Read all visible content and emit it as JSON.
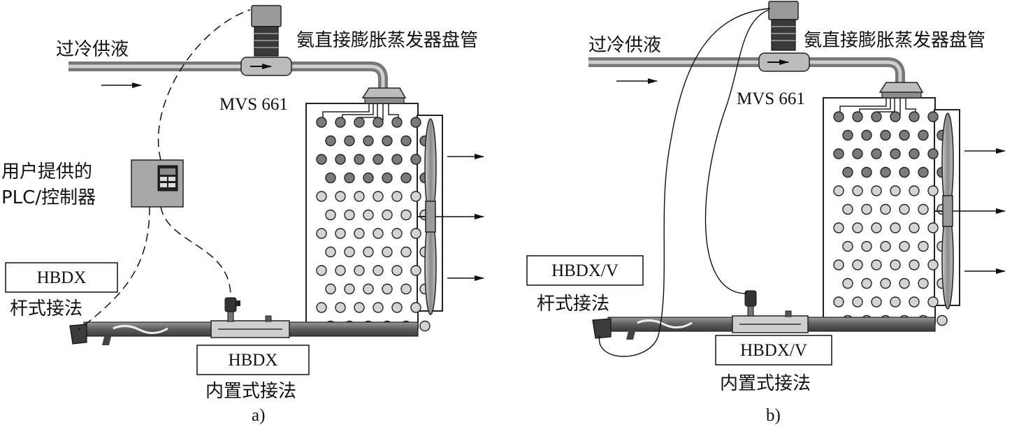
{
  "panels": [
    {
      "id": "a",
      "caption": "a)",
      "supply_label": "过冷供液",
      "coil_label": "氨直接膨胀蒸发器盘管",
      "valve_label": "MVS 661",
      "controller_label_line1": "用户提供的",
      "controller_label_line2": "PLC/控制器",
      "rod_box_label": "HBDX",
      "rod_method_label": "杆式接法",
      "inline_box_label": "HBDX",
      "inline_method_label": "内置式接法"
    },
    {
      "id": "b",
      "caption": "b)",
      "supply_label": "过冷供液",
      "coil_label": "氨直接膨胀蒸发器盘管",
      "valve_label": "MVS 661",
      "rod_box_label": "HBDX/V",
      "rod_method_label": "杆式接法",
      "inline_box_label": "HBDX/V",
      "inline_method_label": "内置式接法"
    }
  ],
  "colors": {
    "pipe": "#8a8a8a",
    "pipe_dark": "#5a5a5a",
    "tube_dark": "#7a7a7a",
    "tube_light": "#d4d4d4",
    "outline": "#222222"
  },
  "coil_rows": {
    "dark_rows": 4,
    "light_rows": 8,
    "columns": 6
  }
}
